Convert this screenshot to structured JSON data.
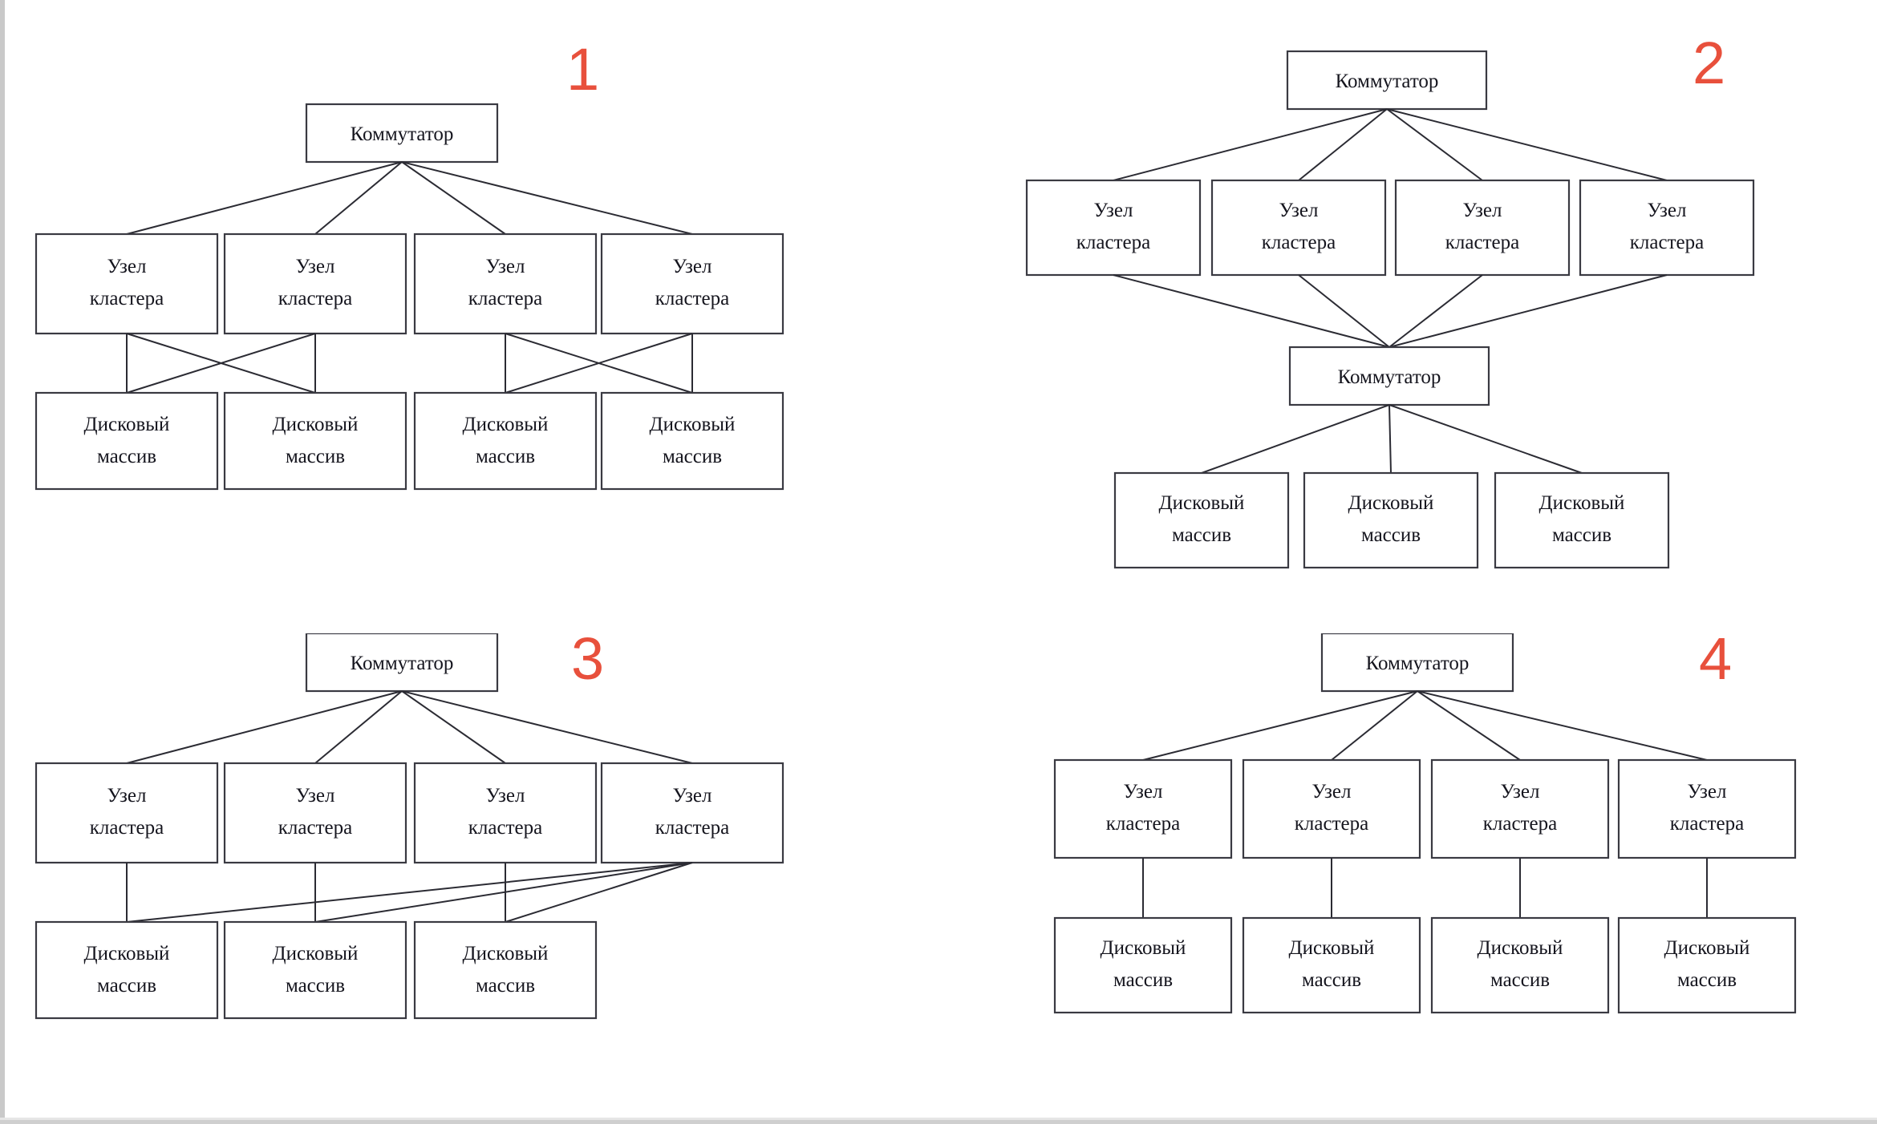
{
  "figure": {
    "kind": "cluster-topology-diagrams",
    "language": "ru",
    "panel_count": 4,
    "accent_color": "#e8503c",
    "line_color": "#2b2b33",
    "box_border_color": "#3a3a42",
    "background": "#ffffff"
  },
  "labels": {
    "switch": "Коммутатор",
    "node_line1": "Узел",
    "node_line2": "кластера",
    "disk_line1": "Дисковый",
    "disk_line2": "массив"
  },
  "panels": [
    {
      "number": "1",
      "caption_number": "1",
      "description": "Один коммутатор, четыре узла кластера, четыре дисковых массива с перекрёстным подключением попарно",
      "switches_top": 1,
      "switches_middle": 0,
      "nodes": 4,
      "disks": 4,
      "node_to_disk_pattern": "cross-paired",
      "node_labels": [
        "Узел кластера",
        "Узел кластера",
        "Узел кластера",
        "Узел кластера"
      ],
      "disk_labels": [
        "Дисковый массив",
        "Дисковый массив",
        "Дисковый массив",
        "Дисковый массив"
      ],
      "switch_labels": [
        "Коммутатор"
      ]
    },
    {
      "number": "2",
      "caption_number": "2",
      "description": "Два коммутатора: верхний к узлам, узлы к нижнему коммутатору, нижний к трём дисковым массивам",
      "switches_top": 1,
      "switches_middle": 1,
      "nodes": 4,
      "disks": 3,
      "node_to_disk_pattern": "via-second-switch",
      "node_labels": [
        "Узел кластера",
        "Узел кластера",
        "Узел кластера",
        "Узел кластера"
      ],
      "disk_labels": [
        "Дисковый массив",
        "Дисковый массив",
        "Дисковый массив"
      ],
      "switch_labels": [
        "Коммутатор",
        "Коммутатор"
      ]
    },
    {
      "number": "3",
      "caption_number": "3",
      "description": "Один коммутатор, четыре узла, три дисковых массива; четвёртый узел подключён ко всем массивам",
      "switches_top": 1,
      "switches_middle": 0,
      "nodes": 4,
      "disks": 3,
      "node_to_disk_pattern": "last-node-fanout",
      "node_labels": [
        "Узел кластера",
        "Узел кластера",
        "Узел кластера",
        "Узел кластера"
      ],
      "disk_labels": [
        "Дисковый массив",
        "Дисковый массив",
        "Дисковый массив"
      ],
      "switch_labels": [
        "Коммутатор"
      ]
    },
    {
      "number": "4",
      "caption_number": "4",
      "description": "Один коммутатор, четыре узла, у каждого узла собственный дисковый массив",
      "switches_top": 1,
      "switches_middle": 0,
      "nodes": 4,
      "disks": 4,
      "node_to_disk_pattern": "one-to-one",
      "node_labels": [
        "Узел кластера",
        "Узел кластера",
        "Узел кластера",
        "Узел кластера"
      ],
      "disk_labels": [
        "Дисковый массив",
        "Дисковый массив",
        "Дисковый массив",
        "Дисковый массив"
      ],
      "switch_labels": [
        "Коммутатор"
      ]
    }
  ]
}
